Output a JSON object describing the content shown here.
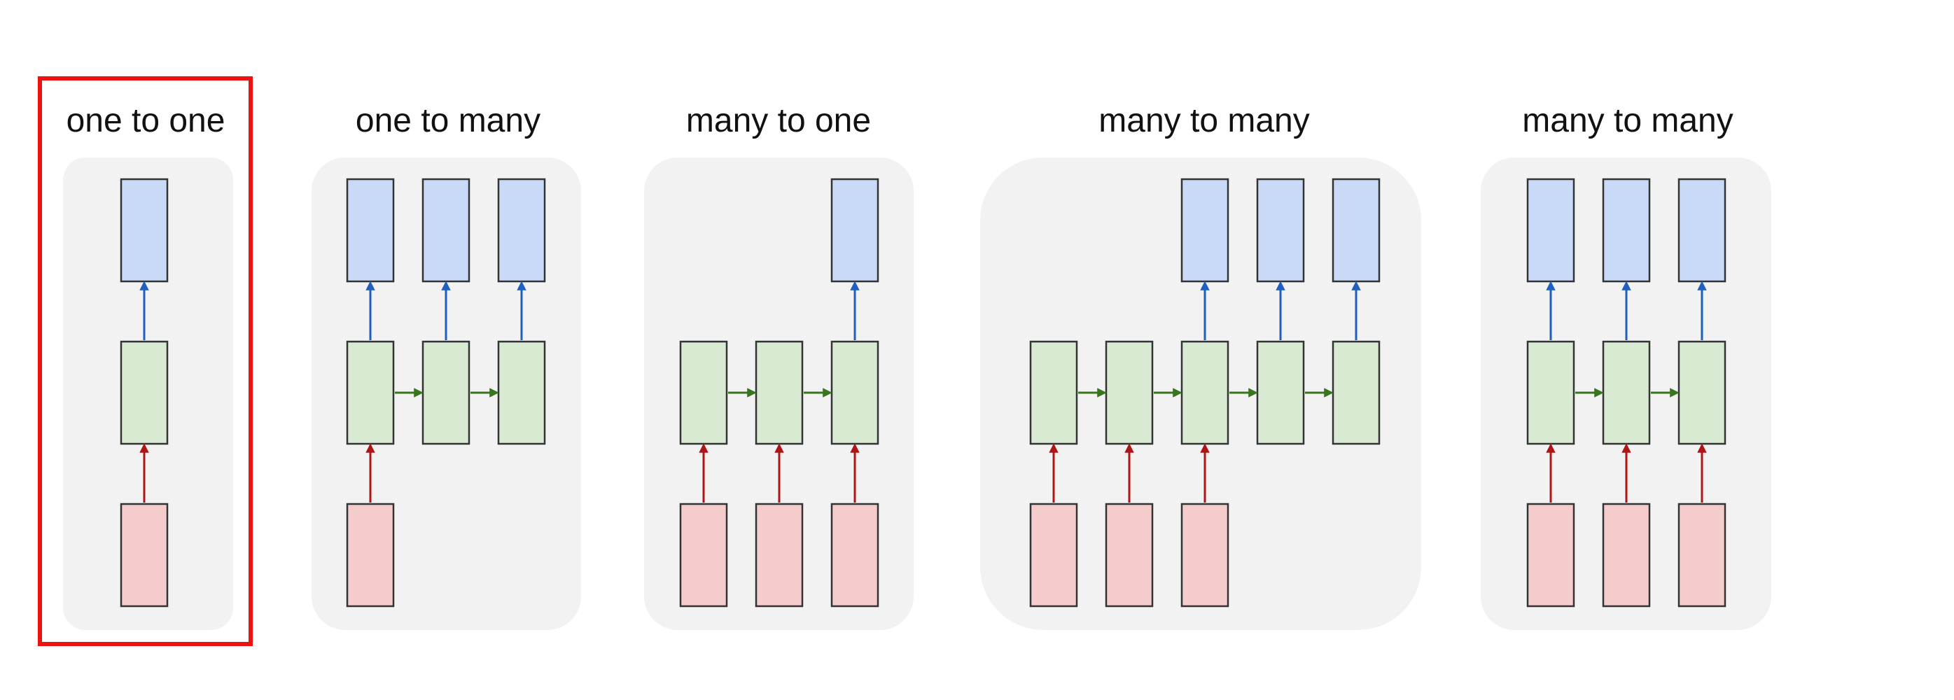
{
  "panels": [
    {
      "title": "one to one"
    },
    {
      "title": "one to many"
    },
    {
      "title": "many to one"
    },
    {
      "title": "many to many"
    },
    {
      "title": "many to many"
    }
  ],
  "colors": {
    "output": "#c9daf8",
    "hidden": "#d9ead3",
    "input": "#f4cccc",
    "arrow_output": "#1f5fbf",
    "arrow_input": "#b01515",
    "arrow_recurrent": "#38761d",
    "highlight": "#ee1111",
    "panel_background": "#f2f2f2"
  },
  "highlighted_panel": "one to one"
}
